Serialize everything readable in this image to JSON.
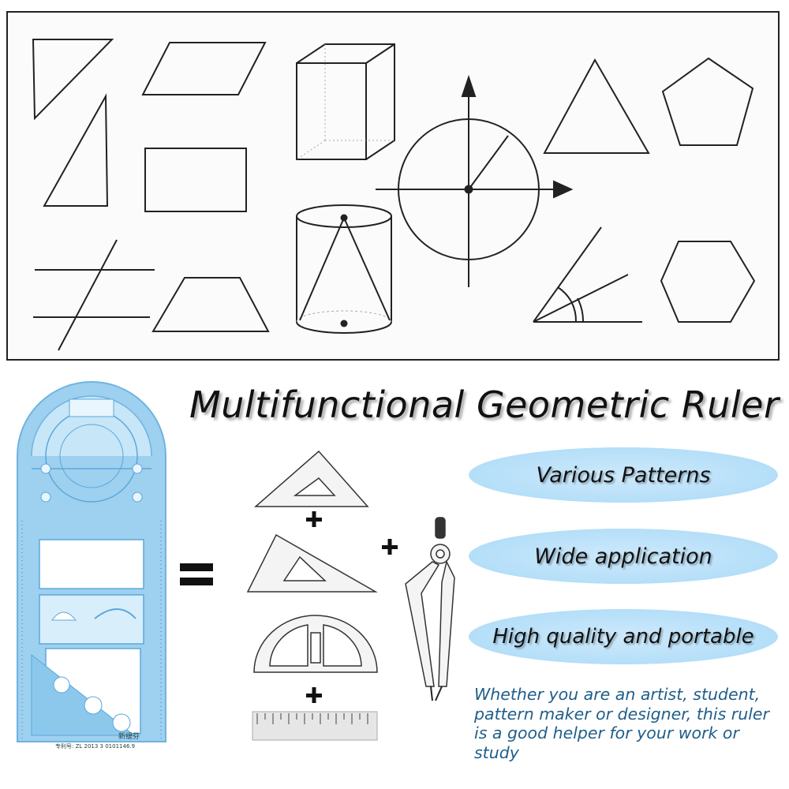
{
  "title": "Multifunctional Geometric Ruler",
  "features": [
    {
      "label": "Various Patterns"
    },
    {
      "label": "Wide application"
    },
    {
      "label": "High quality and portable"
    }
  ],
  "description": "Whether you are an artist, student, pattern maker or designer, this ruler is a good helper for your work or study",
  "ruler_text": {
    "brand": "新缇芬",
    "patent": "专利号: ZL 2013 3 0101146.9"
  },
  "icons": {
    "equals": "equals-icon",
    "plus": "plus-icon"
  },
  "colors": {
    "pill": "#b8e0f9",
    "ruler": "#8cc8ec",
    "description": "#1f5e8a"
  }
}
